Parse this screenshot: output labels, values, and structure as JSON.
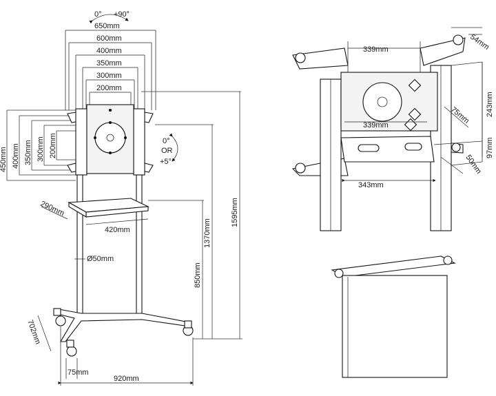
{
  "left_view": {
    "rotation_top": {
      "a": "0°",
      "b": "+90°"
    },
    "rotation_side": {
      "a": "0°",
      "or": "OR",
      "b": "+5°"
    },
    "vesa_widths": [
      "650mm",
      "600mm",
      "400mm",
      "350mm",
      "300mm",
      "200mm"
    ],
    "vesa_heights": [
      "450mm",
      "400mm",
      "350mm",
      "300mm",
      "200mm"
    ],
    "shelf_depth": "290mm",
    "shelf_width": "420mm",
    "height_max": "1595mm",
    "height_mid": "1370mm",
    "shelf_height": "850mm",
    "pole_diameter": "Ø50mm",
    "base_depth": "702mm",
    "caster": "75mm",
    "base_width": "920mm"
  },
  "right_view": {
    "top_width": "339mm",
    "lower_width": "339mm",
    "bracket_width": "343mm",
    "top_offset": "54mm",
    "plate_height": "243mm",
    "tilt_offset": "75mm",
    "bracket_height": "97mm",
    "bracket_depth": "50mm"
  }
}
